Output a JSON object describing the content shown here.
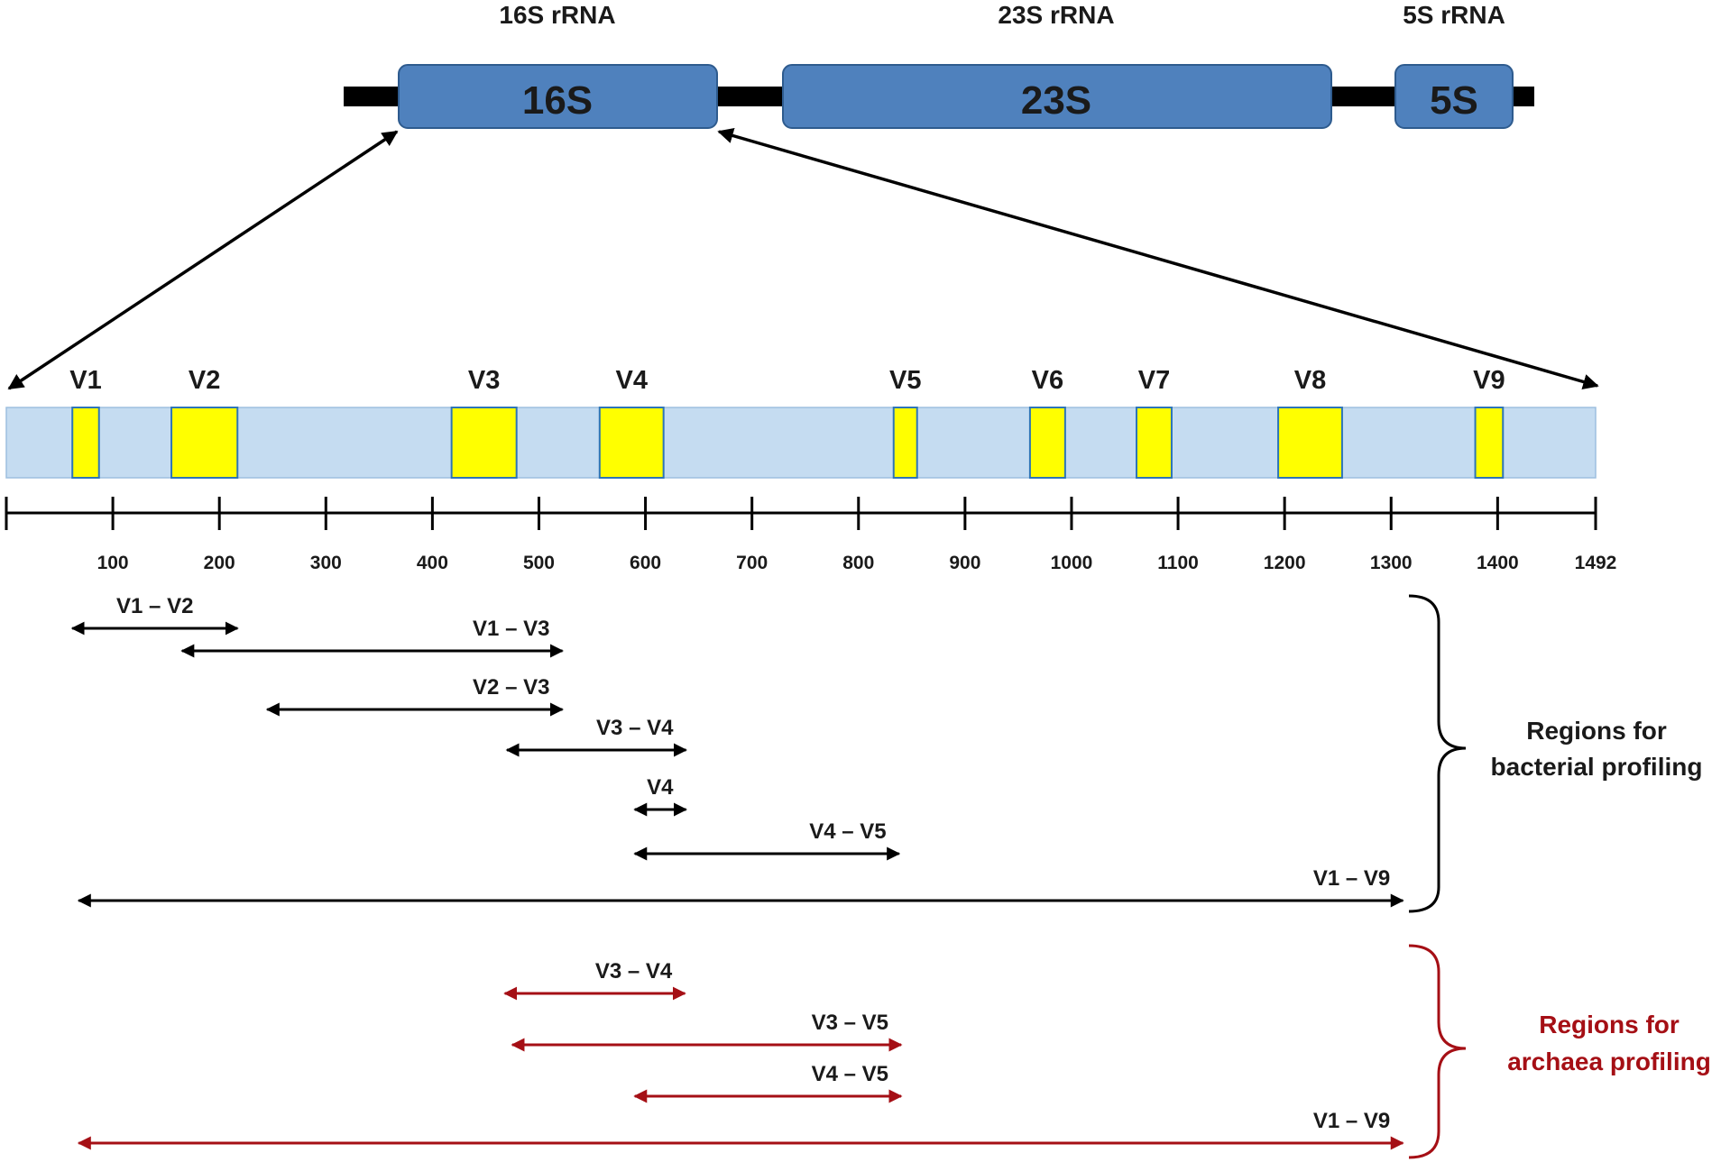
{
  "operon": {
    "genes": [
      {
        "title": "16S rRNA",
        "text": "16S"
      },
      {
        "title": "23S rRNA",
        "text": "23S"
      },
      {
        "title": "5S rRNA",
        "text": "5S"
      }
    ],
    "colors": {
      "gene": "#4f81bd",
      "gene_border": "#2e5b8e",
      "backbone": "#000000"
    }
  },
  "gene_map": {
    "length": 1492,
    "colors": {
      "background": "#c5dcf1",
      "region": "#ffff00",
      "region_border": "#2e75b6"
    },
    "regions": [
      {
        "label": "V1",
        "start": 62,
        "end": 87
      },
      {
        "label": "V2",
        "start": 155,
        "end": 217
      },
      {
        "label": "V3",
        "start": 418,
        "end": 479
      },
      {
        "label": "V4",
        "start": 557,
        "end": 617
      },
      {
        "label": "V5",
        "start": 833,
        "end": 855
      },
      {
        "label": "V6",
        "start": 961,
        "end": 994
      },
      {
        "label": "V7",
        "start": 1061,
        "end": 1094
      },
      {
        "label": "V8",
        "start": 1194,
        "end": 1254
      },
      {
        "label": "V9",
        "start": 1379,
        "end": 1405
      }
    ],
    "ticks": [
      {
        "pos": 0,
        "label": ""
      },
      {
        "pos": 100,
        "label": "100"
      },
      {
        "pos": 200,
        "label": "200"
      },
      {
        "pos": 300,
        "label": "300"
      },
      {
        "pos": 400,
        "label": "400"
      },
      {
        "pos": 500,
        "label": "500"
      },
      {
        "pos": 600,
        "label": "600"
      },
      {
        "pos": 700,
        "label": "700"
      },
      {
        "pos": 800,
        "label": "800"
      },
      {
        "pos": 900,
        "label": "900"
      },
      {
        "pos": 1000,
        "label": "1000"
      },
      {
        "pos": 1100,
        "label": "1100"
      },
      {
        "pos": 1200,
        "label": "1200"
      },
      {
        "pos": 1300,
        "label": "1300"
      },
      {
        "pos": 1400,
        "label": "1400"
      },
      {
        "pos": 1492,
        "label": "1492"
      }
    ]
  },
  "bacterial": {
    "label_line1": "Regions for",
    "label_line2": "bacterial profiling",
    "color": "#000000",
    "ranges": [
      {
        "label": "V1 – V2",
        "start": 62,
        "end": 217
      },
      {
        "label": "V1 – V3",
        "start": 165,
        "end": 522
      },
      {
        "label": "V2 – V3",
        "start": 245,
        "end": 522
      },
      {
        "label": "V3 – V4",
        "start": 470,
        "end": 638
      },
      {
        "label": "V4",
        "start": 590,
        "end": 638
      },
      {
        "label": "V4 – V5",
        "start": 590,
        "end": 838
      },
      {
        "label": "V1 – V9",
        "start": 68,
        "end": 1311
      }
    ]
  },
  "archaea": {
    "label_line1": "Regions for",
    "label_line2": "archaea profiling",
    "color": "#a50f15",
    "ranges": [
      {
        "label": "V3 – V4",
        "start": 468,
        "end": 637
      },
      {
        "label": "V3 – V5",
        "start": 475,
        "end": 840
      },
      {
        "label": "V4 – V5",
        "start": 590,
        "end": 840
      },
      {
        "label": "V1 – V9",
        "start": 68,
        "end": 1311
      }
    ]
  }
}
